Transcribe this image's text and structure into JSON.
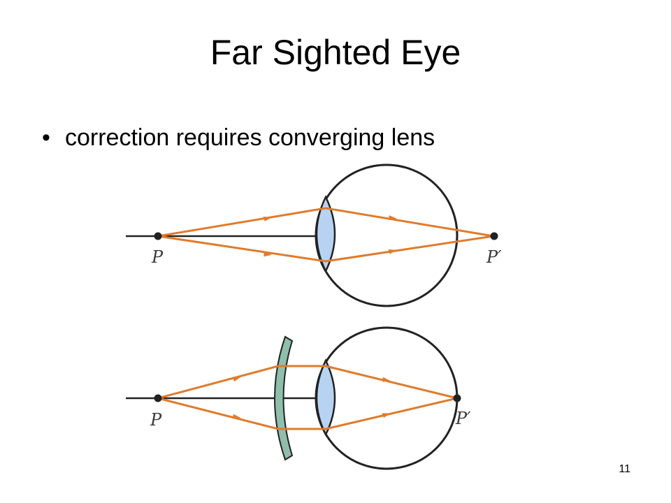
{
  "slide": {
    "title": "Far Sighted Eye",
    "bullets": [
      "correction requires converging lens"
    ],
    "page_number": "11"
  },
  "diagram": {
    "labels": {
      "object_point": "P",
      "image_point": "P′"
    },
    "colors": {
      "ray": "#e07b2c",
      "eye_outline": "#222222",
      "eye_lens_fill": "#b8d3f2",
      "corrective_lens_fill": "#8fbfab",
      "axis": "#222222"
    }
  }
}
